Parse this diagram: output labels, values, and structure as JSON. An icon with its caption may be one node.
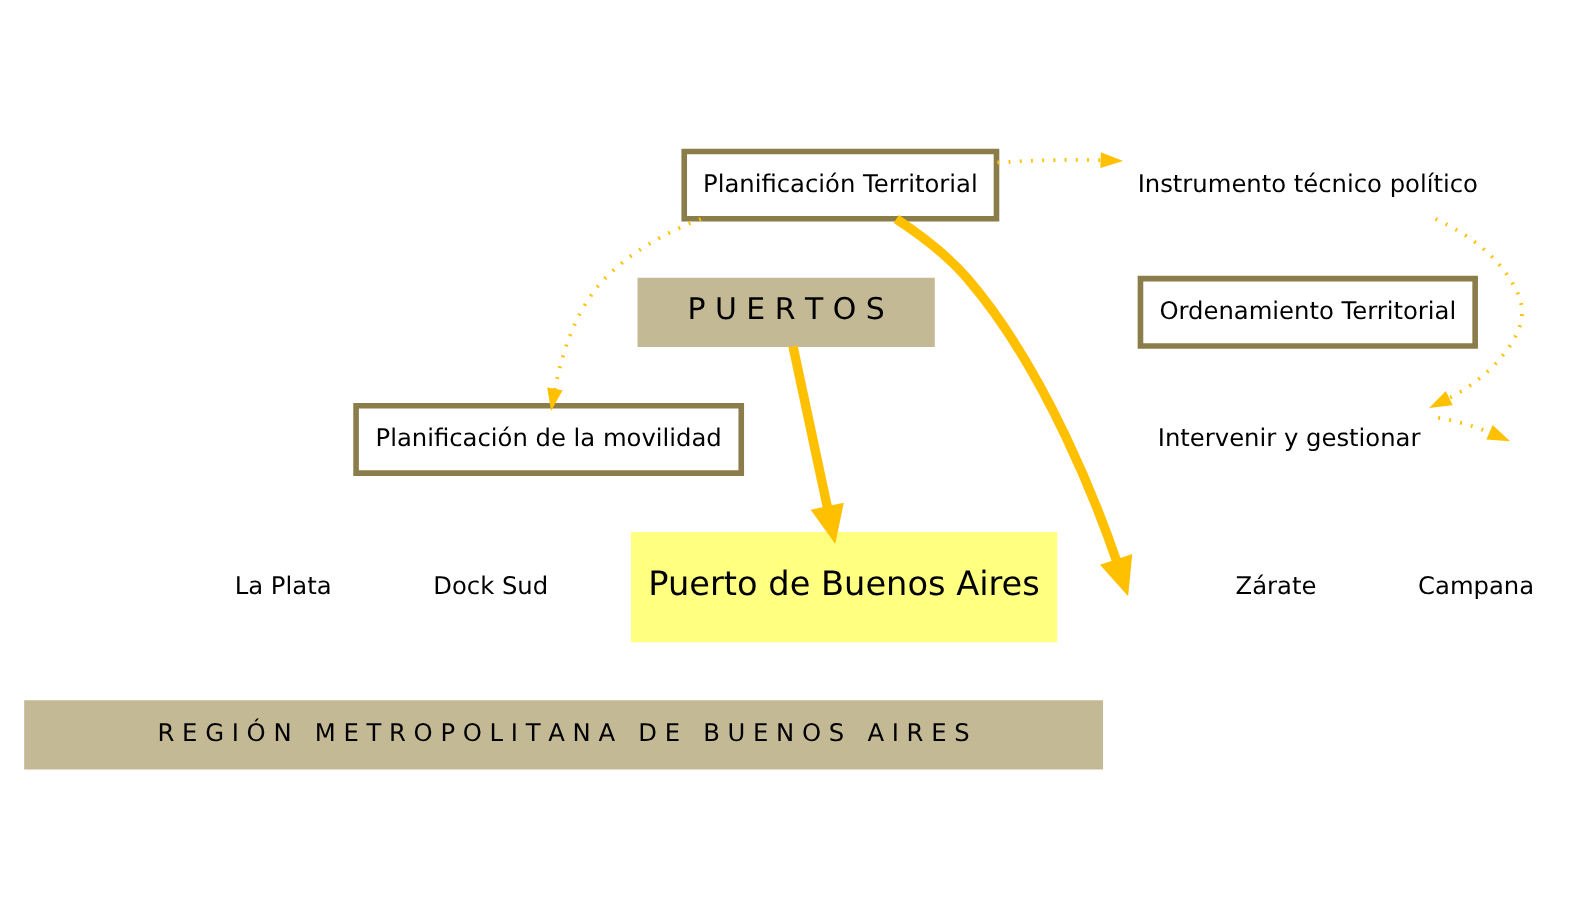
{
  "diagram": {
    "nodes": [
      {
        "text": [
          "Planificación Territorial"
        ]
      },
      {
        "text": [
          "Instrumento técnico político"
        ]
      },
      {
        "text": [
          "P U E R T O S"
        ]
      },
      {
        "text": [
          "Ordenamiento Territorial"
        ]
      },
      {
        "text": [
          "Planificación de la movilidad"
        ]
      },
      {
        "text": [
          "Intervenir y gestionar"
        ]
      },
      {
        "text": [
          "Puerto de Buenos Aires"
        ]
      },
      {
        "text": [
          "R E G I Ó N   M E T R O P O L I T A N A   D E   B U E N O S   A I R E S"
        ]
      }
    ],
    "edges": [
      {
        "from": 0,
        "to": 1,
        "arrow": "to",
        "style": "dashed"
      },
      {
        "from": 0,
        "to": 4,
        "arrow": "to",
        "style": "dashed"
      },
      {
        "from": 1,
        "to": 5,
        "arrow": "to",
        "style": "dashed"
      },
      {
        "from": 5,
        "to": null,
        "arrow": "to",
        "style": "dashed"
      },
      {
        "from": 0,
        "to": null,
        "arrow": "to",
        "style": "thick"
      },
      {
        "from": 2,
        "to": 6,
        "arrow": "to",
        "style": "thick"
      }
    ],
    "labels": [
      "La Plata",
      "Dock Sud",
      "Zárate",
      "Campana"
    ]
  }
}
